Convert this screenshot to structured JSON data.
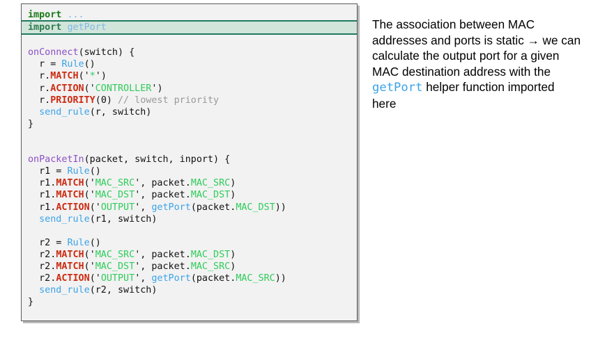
{
  "code_panel": {
    "name": "code-listing",
    "language": "pseudocode",
    "highlighted_line_index": 1,
    "lines": [
      {
        "id": "import-dots",
        "text": "import ...",
        "tokens": [
          {
            "t": "import",
            "c": "t-kw"
          },
          {
            "t": " ",
            "c": "t-plain"
          },
          {
            "t": "...",
            "c": "t-ellipsis"
          }
        ]
      },
      {
        "id": "import-getport",
        "text": "import getPort",
        "highlight": true,
        "tokens": [
          {
            "t": "import",
            "c": "t-kw-dim"
          },
          {
            "t": " ",
            "c": "t-plain"
          },
          {
            "t": "getPort",
            "c": "t-import-arg"
          }
        ]
      },
      {
        "id": "blank-1",
        "text": "",
        "tokens": []
      },
      {
        "id": "onconnect-sig",
        "text": "onConnect(switch) {",
        "tokens": [
          {
            "t": "onConnect",
            "c": "t-func"
          },
          {
            "t": "(switch) {",
            "c": "t-plain"
          }
        ]
      },
      {
        "id": "r-assign",
        "text": "  r = Rule()",
        "tokens": [
          {
            "t": "  r = ",
            "c": "t-plain"
          },
          {
            "t": "Rule",
            "c": "t-class"
          },
          {
            "t": "()",
            "c": "t-plain"
          }
        ]
      },
      {
        "id": "r-match-star",
        "text": "  r.MATCH('*')",
        "tokens": [
          {
            "t": "  r.",
            "c": "t-plain"
          },
          {
            "t": "MATCH",
            "c": "t-method"
          },
          {
            "t": "(",
            "c": "t-plain"
          },
          {
            "t": "'",
            "c": "t-str-punct"
          },
          {
            "t": "*",
            "c": "t-str"
          },
          {
            "t": "'",
            "c": "t-str-punct"
          },
          {
            "t": ")",
            "c": "t-plain"
          }
        ]
      },
      {
        "id": "r-action-controller",
        "text": "  r.ACTION('CONTROLLER')",
        "tokens": [
          {
            "t": "  r.",
            "c": "t-plain"
          },
          {
            "t": "ACTION",
            "c": "t-method"
          },
          {
            "t": "(",
            "c": "t-plain"
          },
          {
            "t": "'",
            "c": "t-str-punct"
          },
          {
            "t": "CONTROLLER",
            "c": "t-str"
          },
          {
            "t": "'",
            "c": "t-str-punct"
          },
          {
            "t": ")",
            "c": "t-plain"
          }
        ]
      },
      {
        "id": "r-priority",
        "text": "  r.PRIORITY(0) // lowest priority",
        "tokens": [
          {
            "t": "  r.",
            "c": "t-plain"
          },
          {
            "t": "PRIORITY",
            "c": "t-method"
          },
          {
            "t": "(",
            "c": "t-plain"
          },
          {
            "t": "0",
            "c": "t-num"
          },
          {
            "t": ") ",
            "c": "t-plain"
          },
          {
            "t": "// lowest priority",
            "c": "t-comment"
          }
        ]
      },
      {
        "id": "send-rule-r",
        "text": "  send_rule(r, switch)",
        "tokens": [
          {
            "t": "  ",
            "c": "t-plain"
          },
          {
            "t": "send_rule",
            "c": "t-call"
          },
          {
            "t": "(r, switch)",
            "c": "t-plain"
          }
        ]
      },
      {
        "id": "onconnect-close",
        "text": "}",
        "tokens": [
          {
            "t": "}",
            "c": "t-plain"
          }
        ]
      },
      {
        "id": "blank-2",
        "text": "",
        "tokens": []
      },
      {
        "id": "blank-3",
        "text": "",
        "tokens": []
      },
      {
        "id": "onpacketin-sig",
        "text": "onPacketIn(packet, switch, inport) {",
        "tokens": [
          {
            "t": "onPacketIn",
            "c": "t-func"
          },
          {
            "t": "(packet, switch, inport) {",
            "c": "t-plain"
          }
        ]
      },
      {
        "id": "r1-assign",
        "text": "  r1 = Rule()",
        "tokens": [
          {
            "t": "  r1 = ",
            "c": "t-plain"
          },
          {
            "t": "Rule",
            "c": "t-class"
          },
          {
            "t": "()",
            "c": "t-plain"
          }
        ]
      },
      {
        "id": "r1-match-src",
        "text": "  r1.MATCH('MAC_SRC', packet.MAC_SRC)",
        "tokens": [
          {
            "t": "  r1.",
            "c": "t-plain"
          },
          {
            "t": "MATCH",
            "c": "t-method"
          },
          {
            "t": "(",
            "c": "t-plain"
          },
          {
            "t": "'",
            "c": "t-str-punct"
          },
          {
            "t": "MAC_SRC",
            "c": "t-str"
          },
          {
            "t": "'",
            "c": "t-str-punct"
          },
          {
            "t": ", packet.",
            "c": "t-plain"
          },
          {
            "t": "MAC_SRC",
            "c": "t-attr"
          },
          {
            "t": ")",
            "c": "t-plain"
          }
        ]
      },
      {
        "id": "r1-match-dst",
        "text": "  r1.MATCH('MAC_DST', packet.MAC_DST)",
        "tokens": [
          {
            "t": "  r1.",
            "c": "t-plain"
          },
          {
            "t": "MATCH",
            "c": "t-method"
          },
          {
            "t": "(",
            "c": "t-plain"
          },
          {
            "t": "'",
            "c": "t-str-punct"
          },
          {
            "t": "MAC_DST",
            "c": "t-str"
          },
          {
            "t": "'",
            "c": "t-str-punct"
          },
          {
            "t": ", packet.",
            "c": "t-plain"
          },
          {
            "t": "MAC_DST",
            "c": "t-attr"
          },
          {
            "t": ")",
            "c": "t-plain"
          }
        ]
      },
      {
        "id": "r1-action-output",
        "text": "  r1.ACTION('OUTPUT', getPort(packet.MAC_DST))",
        "tokens": [
          {
            "t": "  r1.",
            "c": "t-plain"
          },
          {
            "t": "ACTION",
            "c": "t-method"
          },
          {
            "t": "(",
            "c": "t-plain"
          },
          {
            "t": "'",
            "c": "t-str-punct"
          },
          {
            "t": "OUTPUT",
            "c": "t-str"
          },
          {
            "t": "'",
            "c": "t-str-punct"
          },
          {
            "t": ", ",
            "c": "t-plain"
          },
          {
            "t": "getPort",
            "c": "t-call"
          },
          {
            "t": "(packet.",
            "c": "t-plain"
          },
          {
            "t": "MAC_DST",
            "c": "t-attr"
          },
          {
            "t": "))",
            "c": "t-plain"
          }
        ]
      },
      {
        "id": "send-rule-r1",
        "text": "  send_rule(r1, switch)",
        "tokens": [
          {
            "t": "  ",
            "c": "t-plain"
          },
          {
            "t": "send_rule",
            "c": "t-call"
          },
          {
            "t": "(r1, switch)",
            "c": "t-plain"
          }
        ]
      },
      {
        "id": "blank-4",
        "text": "",
        "tokens": []
      },
      {
        "id": "r2-assign",
        "text": "  r2 = Rule()",
        "tokens": [
          {
            "t": "  r2 = ",
            "c": "t-plain"
          },
          {
            "t": "Rule",
            "c": "t-class"
          },
          {
            "t": "()",
            "c": "t-plain"
          }
        ]
      },
      {
        "id": "r2-match-src",
        "text": "  r2.MATCH('MAC_SRC', packet.MAC_DST)",
        "tokens": [
          {
            "t": "  r2.",
            "c": "t-plain"
          },
          {
            "t": "MATCH",
            "c": "t-method"
          },
          {
            "t": "(",
            "c": "t-plain"
          },
          {
            "t": "'",
            "c": "t-str-punct"
          },
          {
            "t": "MAC_SRC",
            "c": "t-str"
          },
          {
            "t": "'",
            "c": "t-str-punct"
          },
          {
            "t": ", packet.",
            "c": "t-plain"
          },
          {
            "t": "MAC_DST",
            "c": "t-attr"
          },
          {
            "t": ")",
            "c": "t-plain"
          }
        ]
      },
      {
        "id": "r2-match-dst",
        "text": "  r2.MATCH('MAC_DST', packet.MAC_SRC)",
        "tokens": [
          {
            "t": "  r2.",
            "c": "t-plain"
          },
          {
            "t": "MATCH",
            "c": "t-method"
          },
          {
            "t": "(",
            "c": "t-plain"
          },
          {
            "t": "'",
            "c": "t-str-punct"
          },
          {
            "t": "MAC_DST",
            "c": "t-str"
          },
          {
            "t": "'",
            "c": "t-str-punct"
          },
          {
            "t": ", packet.",
            "c": "t-plain"
          },
          {
            "t": "MAC_SRC",
            "c": "t-attr"
          },
          {
            "t": ")",
            "c": "t-plain"
          }
        ]
      },
      {
        "id": "r2-action-output",
        "text": "  r2.ACTION('OUTPUT', getPort(packet.MAC_SRC))",
        "tokens": [
          {
            "t": "  r2.",
            "c": "t-plain"
          },
          {
            "t": "ACTION",
            "c": "t-method"
          },
          {
            "t": "(",
            "c": "t-plain"
          },
          {
            "t": "'",
            "c": "t-str-punct"
          },
          {
            "t": "OUTPUT",
            "c": "t-str"
          },
          {
            "t": "'",
            "c": "t-str-punct"
          },
          {
            "t": ", ",
            "c": "t-plain"
          },
          {
            "t": "getPort",
            "c": "t-call"
          },
          {
            "t": "(packet.",
            "c": "t-plain"
          },
          {
            "t": "MAC_SRC",
            "c": "t-attr"
          },
          {
            "t": "))",
            "c": "t-plain"
          }
        ]
      },
      {
        "id": "send-rule-r2",
        "text": "  send_rule(r2, switch)",
        "tokens": [
          {
            "t": "  ",
            "c": "t-plain"
          },
          {
            "t": "send_rule",
            "c": "t-call"
          },
          {
            "t": "(r2, switch)",
            "c": "t-plain"
          }
        ]
      },
      {
        "id": "onpacketin-close",
        "text": "}",
        "tokens": [
          {
            "t": "}",
            "c": "t-plain"
          }
        ]
      }
    ]
  },
  "annotation": {
    "full_text": "The association between MAC addresses and ports is static → we can calculate the output port for a given MAC destination address with the getPort helper function imported here",
    "segments": [
      {
        "text": "The association between MAC addresses and ports is static → we can calculate the output port for a given MAC destination address with the ",
        "style": "plain"
      },
      {
        "text": "getPort",
        "style": "mono-accent"
      },
      {
        "text": " helper function imported here",
        "style": "plain"
      }
    ]
  },
  "colors": {
    "panel_bg": "#f2f2f2",
    "panel_border": "#5a5a5a",
    "highlight_bg": "#d2e5da",
    "highlight_border": "#1d7a5f",
    "keyword_green": "#1a7a1a",
    "accent_blue": "#3aa3e8",
    "string_green": "#2ecc5a",
    "method_red": "#cc2b12",
    "function_purple": "#8c4fc4",
    "comment_gray": "#999999",
    "page_bg": "#ffffff"
  }
}
